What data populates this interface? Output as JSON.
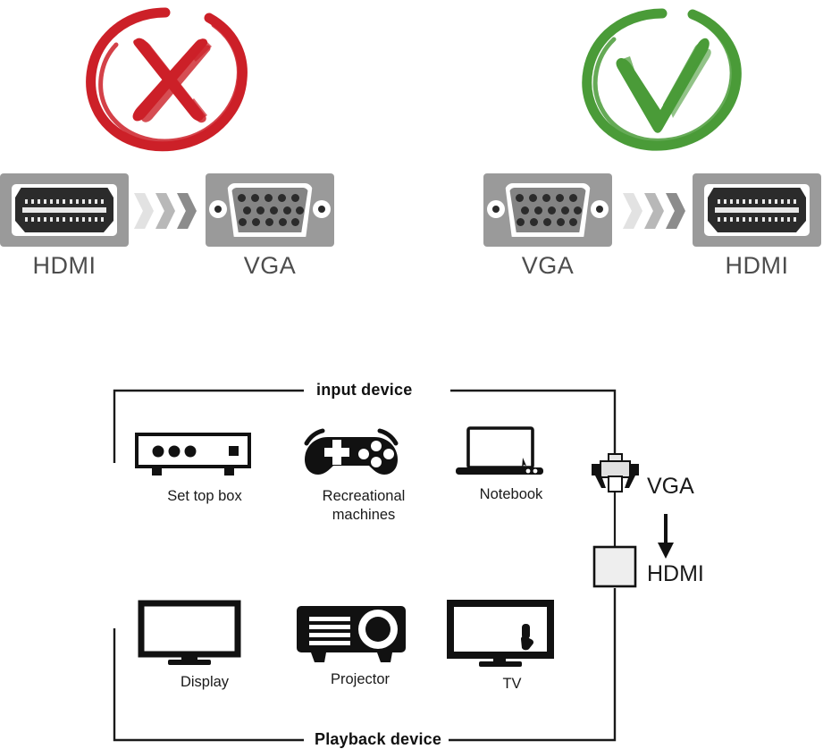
{
  "comparison": {
    "left": {
      "verdict_icon": "red-cross-icon",
      "verdict_color": "#cc2028",
      "source": {
        "label": "HDMI",
        "icon": "hdmi-connector-icon"
      },
      "target": {
        "label": "VGA",
        "icon": "vga-connector-icon"
      },
      "arrow_icon": "chevron-arrows-icon"
    },
    "right": {
      "verdict_icon": "green-check-icon",
      "verdict_color": "#4a9b38",
      "source": {
        "label": "VGA",
        "icon": "vga-connector-icon"
      },
      "target": {
        "label": "HDMI",
        "icon": "hdmi-connector-icon"
      },
      "arrow_icon": "chevron-arrows-icon"
    }
  },
  "diagram": {
    "input_group_label": "input device",
    "playback_group_label": "Playback device",
    "input_devices": [
      {
        "name": "Set top box",
        "icon": "set-top-box-icon"
      },
      {
        "name": "Recreational\nmachines",
        "icon": "gamepad-icon"
      },
      {
        "name": "Notebook",
        "icon": "notebook-icon"
      }
    ],
    "playback_devices": [
      {
        "name": "Display",
        "icon": "monitor-icon"
      },
      {
        "name": "Projector",
        "icon": "projector-icon"
      },
      {
        "name": "TV",
        "icon": "tv-icon"
      }
    ],
    "adapter": {
      "input_port_label": "VGA",
      "output_port_label": "HDMI",
      "plug_icon": "vga-plug-icon",
      "arrow_icon": "down-arrow-icon",
      "body_icon": "adapter-body-icon"
    }
  },
  "colors": {
    "red": "#cc2028",
    "green": "#4a9b38",
    "connector_shell": "#9a9a9a",
    "connector_dark": "#2b2b2b",
    "chevron_light": "#e2e2e2",
    "chevron_mid": "#b8b8b8",
    "chevron_dark": "#8c8c8c",
    "label_gray": "#4d4d4d",
    "line_black": "#1a1a1a"
  }
}
